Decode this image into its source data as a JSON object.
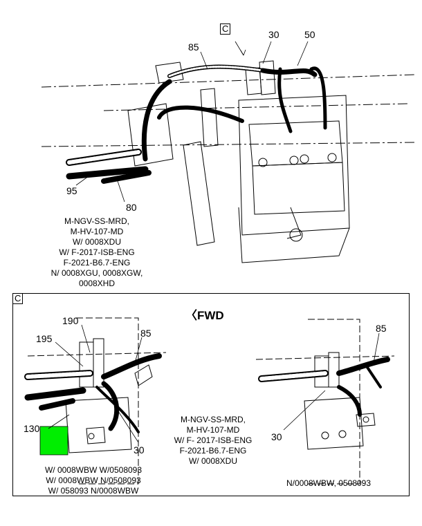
{
  "top_view": {
    "view_marker": "C",
    "callouts": [
      "85",
      "30",
      "50",
      "95",
      "80"
    ],
    "note_lines": [
      "M-NGV-SS-MRD,",
      "M-HV-107-MD",
      "W/ 0008XDU",
      "W/ F-2017-ISB-ENG",
      "F-2021-B6.7-ENG",
      "N/ 0008XGU, 0008XGW,",
      "0008XHD"
    ]
  },
  "detail_c": {
    "label": "C",
    "direction": "FWD",
    "left_callouts": [
      "190",
      "195",
      "85",
      "130",
      "30"
    ],
    "right_callouts": [
      "85",
      "30"
    ],
    "center_note_lines": [
      "M-NGV-SS-MRD,",
      "M-HV-107-MD",
      "W/ F- 2017-ISB-ENG",
      "F-2021-B6.7-ENG",
      "W/ 0008XDU"
    ],
    "left_note_lines": [
      "W/ 0008WBW W/0508093",
      "W/ 0008WBW N/0508093",
      "W/ 058093 N/0008WBW"
    ],
    "right_note": "N/0008WBW, 0508093"
  },
  "colors": {
    "highlight": "#00ee00",
    "line": "#000000"
  }
}
